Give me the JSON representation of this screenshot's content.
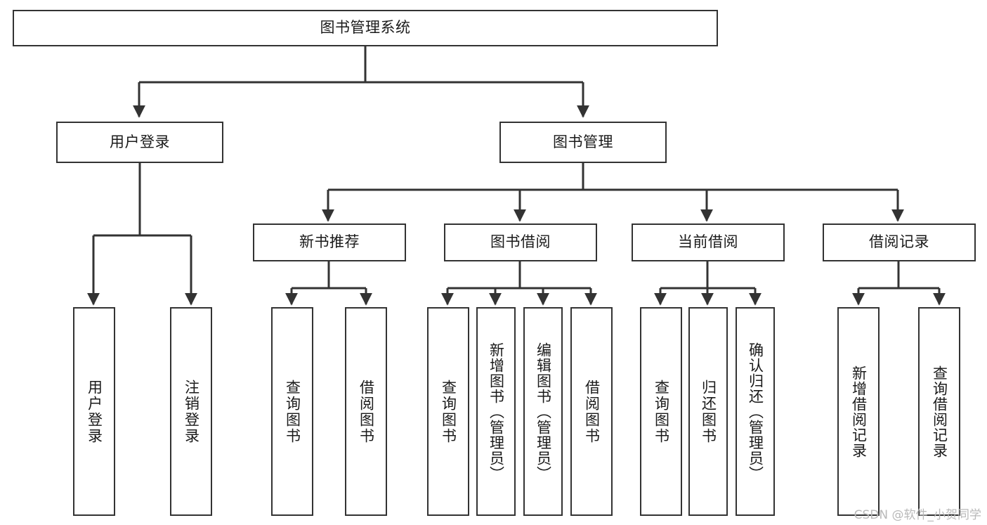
{
  "diagram": {
    "title": "图书管理系统",
    "type": "tree-hierarchy-diagram",
    "watermark": "CSDN @软件_小贺同学",
    "colors": {
      "box_border": "#333333",
      "box_fill": "#ffffff",
      "edge": "#333333",
      "text": "#1a1a1a",
      "watermark": "#b9b9b9",
      "background": "#ffffff"
    },
    "root": {
      "label": "图书管理系统"
    },
    "level2": [
      {
        "label": "用户登录"
      },
      {
        "label": "图书管理"
      }
    ],
    "level3": [
      {
        "label": "新书推荐"
      },
      {
        "label": "图书借阅"
      },
      {
        "label": "当前借阅"
      },
      {
        "label": "借阅记录"
      }
    ],
    "leaves": {
      "user_login": [
        {
          "label": "用户登录"
        },
        {
          "label": "注销登录"
        }
      ],
      "new_book_recommend": [
        {
          "label": "查询图书"
        },
        {
          "label": "借阅图书"
        }
      ],
      "book_borrow": [
        {
          "label": "查询图书"
        },
        {
          "label": "新增图书（管理员）"
        },
        {
          "label": "编辑图书（管理员）"
        },
        {
          "label": "借阅图书"
        }
      ],
      "current_borrow": [
        {
          "label": "查询图书"
        },
        {
          "label": "归还图书"
        },
        {
          "label": "确认归还（管理员）"
        }
      ],
      "borrow_record": [
        {
          "label": "新增借阅记录"
        },
        {
          "label": "查询借阅记录"
        }
      ]
    }
  }
}
